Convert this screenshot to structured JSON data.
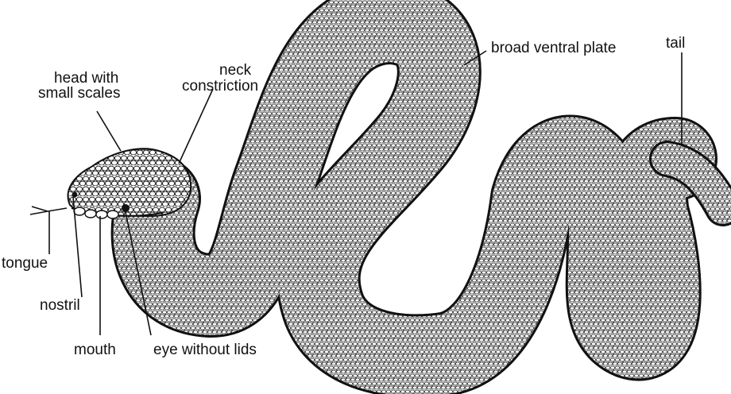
{
  "diagram": {
    "labels": {
      "head": [
        "head with",
        "small scales"
      ],
      "neck": [
        "neck",
        "constriction"
      ],
      "ventral": "broad ventral plate",
      "tail": "tail",
      "tongue": "tongue",
      "nostril": "nostril",
      "mouth": "mouth",
      "eye": "eye without lids"
    },
    "colors": {
      "ink": "#111111",
      "scale_light": "#e6e6e6",
      "scale_dark": "#555555",
      "background": "#ffffff"
    }
  }
}
